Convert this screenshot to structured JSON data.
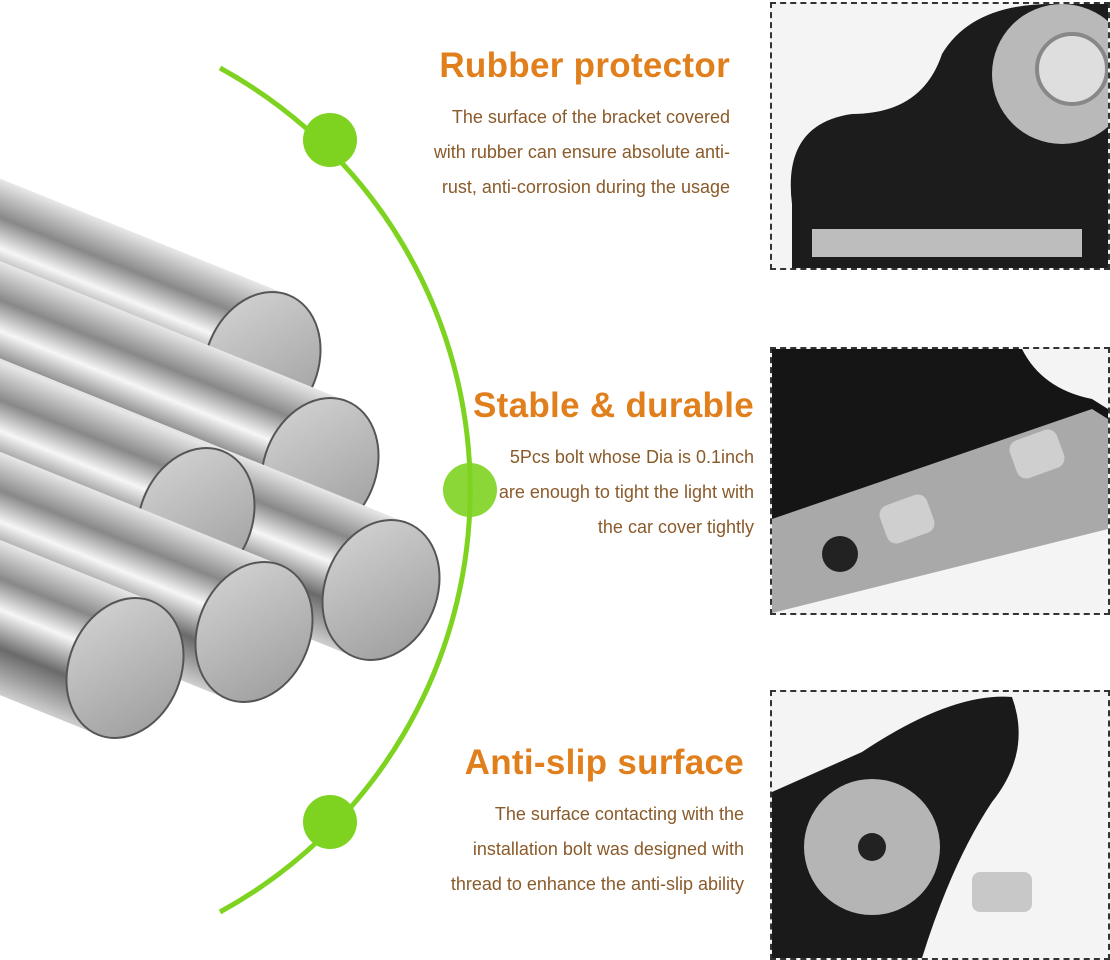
{
  "colors": {
    "accent_green": "#7ed321",
    "heading_orange": "#e07f1c",
    "body_brown": "#8a5a2a"
  },
  "features": [
    {
      "title": "Rubber protector",
      "lines": [
        "The surface of the bracket covered",
        "with rubber  can ensure absolute anti-",
        "rust, anti-corrosion  during the usage"
      ]
    },
    {
      "title": "Stable & durable",
      "lines": [
        "5Pcs bolt whose Dia is 0.1inch",
        "are enough to  tight the light with",
        "the car cover tightly"
      ]
    },
    {
      "title": "Anti-slip surface",
      "lines": [
        "The surface contacting with the",
        "installation bolt  was designed with",
        "thread to enhance  the anti-slip ability"
      ]
    }
  ]
}
